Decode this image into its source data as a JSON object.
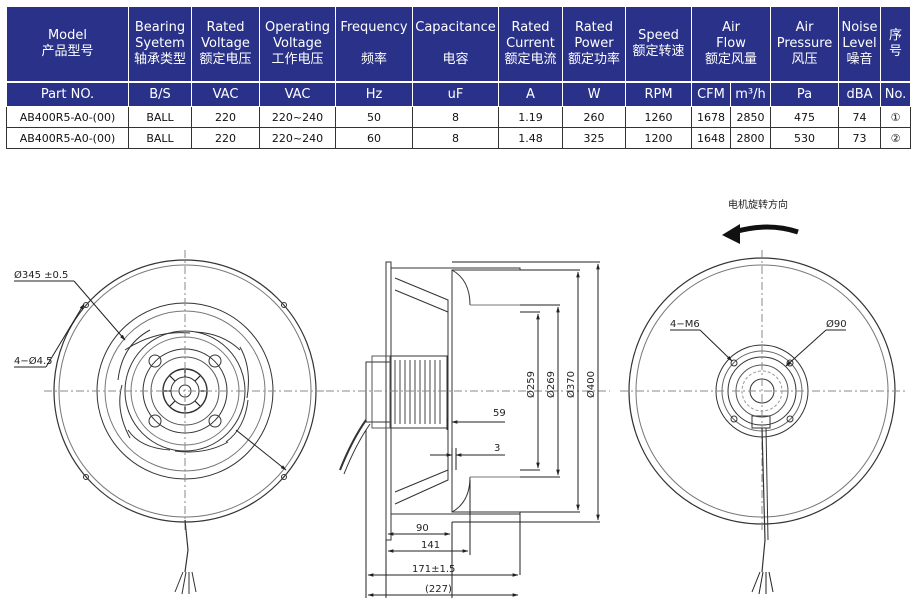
{
  "table": {
    "headers": [
      {
        "en": [
          "Model"
        ],
        "zh": "产品型号"
      },
      {
        "en": [
          "Bearing",
          "Syetem"
        ],
        "zh": "轴承类型"
      },
      {
        "en": [
          "Rated",
          "Voltage"
        ],
        "zh": "额定电压"
      },
      {
        "en": [
          "Operating",
          "Voltage"
        ],
        "zh": "工作电压"
      },
      {
        "en": [
          "Frequency"
        ],
        "zh": "频率"
      },
      {
        "en": [
          "Capacitance"
        ],
        "zh": "电容"
      },
      {
        "en": [
          "Rated",
          "Current"
        ],
        "zh": "额定电流"
      },
      {
        "en": [
          "Rated",
          "Power"
        ],
        "zh": "额定功率"
      },
      {
        "en": [
          "Speed"
        ],
        "zh": "额定转速"
      },
      {
        "en": [
          "Air",
          "Flow"
        ],
        "zh": "额定风量"
      },
      {
        "en": [
          "Air",
          "Pressure"
        ],
        "zh": "风压"
      },
      {
        "en": [
          "Noise",
          "Level"
        ],
        "zh": "噪音"
      },
      {
        "en": [
          "序",
          "号"
        ],
        "zh": ""
      }
    ],
    "units": [
      "Part NO.",
      "B/S",
      "VAC",
      "VAC",
      "Hz",
      "uF",
      "A",
      "W",
      "RPM",
      "CFM",
      "m³/h",
      "Pa",
      "dBA",
      "No."
    ],
    "rows": [
      [
        "AB400R5-A0-(00)",
        "BALL",
        "220",
        "220~240",
        "50",
        "8",
        "1.19",
        "260",
        "1260",
        "1678",
        "2850",
        "475",
        "74",
        "①"
      ],
      [
        "AB400R5-A0-(00)",
        "BALL",
        "220",
        "220~240",
        "60",
        "8",
        "1.48",
        "325",
        "1200",
        "1648",
        "2800",
        "530",
        "73",
        "②"
      ]
    ]
  },
  "drawing": {
    "front": {
      "diameter_label": "Ø345 ±0.5",
      "hole_label": "4−Ø4.5"
    },
    "side": {
      "dia_labels": [
        "Ø259",
        "Ø269",
        "Ø370",
        "Ø400"
      ],
      "dim_59": "59",
      "dim_3": "3",
      "dim_90": "90",
      "dim_141": "141",
      "dim_171": "171±1.5",
      "dim_227": "(227)"
    },
    "rear": {
      "rotation_label": "电机旋转方向",
      "thread_label": "4−M6",
      "circle_label": "Ø90"
    }
  }
}
